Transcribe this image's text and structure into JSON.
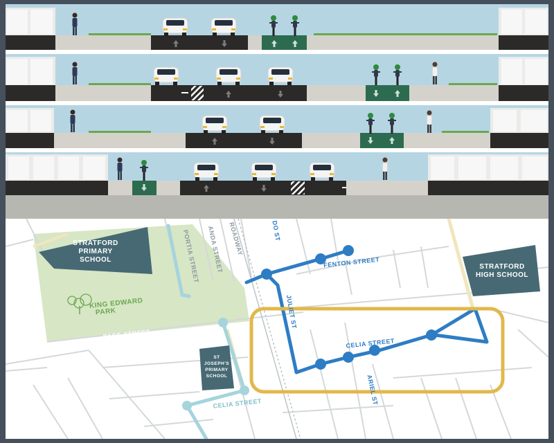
{
  "colors": {
    "sky": "#b5d5e3",
    "sidewalk": "#d5d2cb",
    "road": "#2b2a28",
    "bike_lane": "#2c6b4f",
    "building": "#ebebea",
    "base": "#b7b7b1",
    "park": "#d7e6c5",
    "route": "#2e7dc4",
    "route_light": "#a5d4dc",
    "school": "#476974",
    "highlight": "#e2b84a",
    "street": "#d4d8da"
  },
  "icons": {
    "pedestrian": "person-icon",
    "cyclist": "bicycle-icon",
    "car": "car-icon",
    "tree": "tree-icon",
    "arrow": "direction-arrow-icon"
  },
  "schools": {
    "primary_line1": "STRATFORD",
    "primary_line2": "PRIMARY",
    "primary_line3": "SCHOOL",
    "high_line1": "STRATFORD",
    "high_line2": "HIGH SCHOOL",
    "stjoseph_line1": "ST",
    "stjoseph_line2": "JOSEPH'S",
    "stjoseph_line3": "PRIMARY",
    "stjoseph_line4": "SCHOOL"
  },
  "park": {
    "line1": "KING EDWARD",
    "line2": "PARK"
  },
  "streets": {
    "portia": "PORTIA STREET",
    "miranda": "ANDA STREET",
    "broadway": "ROADWAY",
    "orlando": "DO ST",
    "fenton": "FENTON STREET",
    "juliet": "JULIET ST",
    "page": "PAGE STREET",
    "celia_main": "CELIA STREET",
    "celia_west": "CELIA STREET",
    "ariel": "ARIEL ST"
  }
}
